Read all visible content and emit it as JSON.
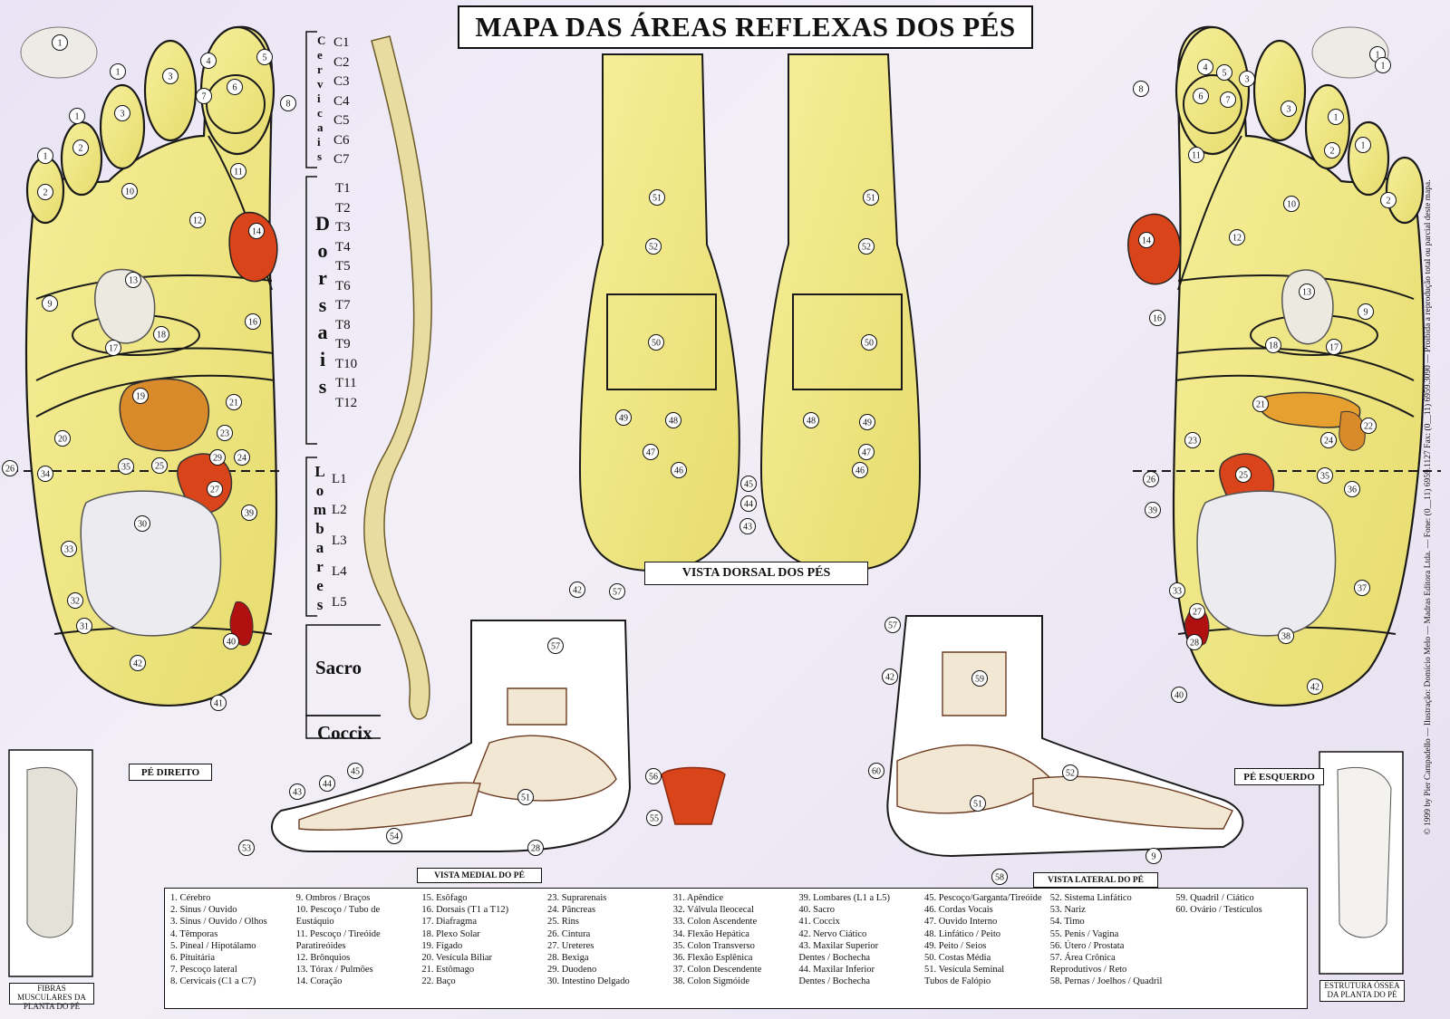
{
  "title": "MAPA DAS ÁREAS REFLEXAS DOS PÉS",
  "labels": {
    "dorsal_view": "VISTA DORSAL DOS PÉS",
    "right_foot": "PÉ DIREITO",
    "left_foot": "PÉ ESQUERDO",
    "medial_view": "VISTA MEDIAL DO PÉ",
    "lateral_view": "VISTA LATERAL DO PÉ",
    "muscle_fibers": "FIBRAS MUSCULARES DA PLANTA DO PÉ",
    "bone_structure": "ESTRUTURA ÓSSEA DA PLANTA DO PÉ"
  },
  "spine": {
    "cervical_word": [
      "C",
      "e",
      "r",
      "v",
      "i",
      "c",
      "a",
      "i",
      "s"
    ],
    "cervical": [
      "C1",
      "C2",
      "C3",
      "C4",
      "C5",
      "C6",
      "C7"
    ],
    "dorsal_word": [
      "D",
      "o",
      "r",
      "s",
      "a",
      "i",
      "s"
    ],
    "dorsal": [
      "T1",
      "T2",
      "T3",
      "T4",
      "T5",
      "T6",
      "T7",
      "T8",
      "T9",
      "T10",
      "T11",
      "T12"
    ],
    "lumbar_word": [
      "L",
      "o",
      "m",
      "b",
      "a",
      "r",
      "e",
      "s"
    ],
    "lumbar": [
      "L1",
      "L2",
      "L3",
      "L4",
      "L5"
    ],
    "sacrum": "Sacro",
    "coccyx": "Coccix"
  },
  "legend": [
    [
      "1. Cérebro",
      "2. Sinus / Ouvido",
      "3. Sinus / Ouvido / Olhos",
      "4. Têmporas",
      "5. Pineal / Hipotálamo",
      "6. Pituitária",
      "7. Pescoço lateral",
      "8. Cervicais (C1 a C7)"
    ],
    [
      "9. Ombros / Braços",
      "10. Pescoço / Tubo de",
      "Eustáquio",
      "11. Pescoço / Tireóide",
      "Paratireóides",
      "12. Brônquios",
      "13. Tórax / Pulmões",
      "14. Coração"
    ],
    [
      "15. Esôfago",
      "16. Dorsais (T1 a T12)",
      "17. Diafragma",
      "18. Plexo Solar",
      "19. Fígado",
      "20. Vesícula Biliar",
      "21. Estômago",
      "22. Baço"
    ],
    [
      "23. Suprarenais",
      "24. Pâncreas",
      "25. Rins",
      "26. Cintura",
      "27. Ureteres",
      "28. Bexiga",
      "29. Duodeno",
      "30. Intestino Delgado"
    ],
    [
      "31. Apêndice",
      "32. Válvula Ileocecal",
      "33. Colon Ascendente",
      "34. Flexão Hepática",
      "35. Colon Transverso",
      "36. Flexão Esplênica",
      "37. Colon Descendente",
      "38. Colon Sigmóide"
    ],
    [
      "39. Lombares (L1 a L5)",
      "40. Sacro",
      "41. Coccix",
      "42. Nervo Ciático",
      "43. Maxilar Superior",
      "Dentes / Bochecha",
      "44. Maxilar Inferior",
      "Dentes / Bochecha"
    ],
    [
      "45. Pescoço/Garganta/Tireóide",
      "46. Cordas Vocais",
      "47. Ouvido Interno",
      "48. Linfático / Peito",
      "49. Peito / Seios",
      "50. Costas Média",
      "51. Vesícula Seminal",
      "Tubos de Falópio"
    ],
    [
      "52. Sistema Linfático",
      "53. Nariz",
      "54. Timo",
      "55. Penis / Vagina",
      "56. Útero / Prostata",
      "57. Área Crônica",
      "Reprodutivos / Reto",
      "58. Pernas / Joelhos / Quadril"
    ],
    [
      "59. Quadril / Ciático",
      "60. Ovário / Testículos"
    ]
  ],
  "copyright": "© 1999 by Pier Campadello — Ilustração: Domício Melo — Madras Editora Ltda. — Fone: (0__11) 6959.1127 Fax: (0__11) 6959.3090 — Proibida a reprodução total ou parcial deste mapa.",
  "right_foot_numbers": [
    "1",
    "1",
    "1",
    "1",
    "2",
    "2",
    "3",
    "3",
    "4",
    "5",
    "6",
    "7",
    "8",
    "9",
    "10",
    "11",
    "12",
    "13",
    "14",
    "16",
    "17",
    "18",
    "19",
    "20",
    "21",
    "23",
    "24",
    "25",
    "26",
    "27",
    "29",
    "30",
    "31",
    "32",
    "33",
    "34",
    "35",
    "39",
    "40",
    "41",
    "42"
  ],
  "left_foot_numbers": [
    "1",
    "1",
    "1",
    "1",
    "2",
    "2",
    "3",
    "3",
    "4",
    "5",
    "6",
    "7",
    "8",
    "9",
    "10",
    "11",
    "12",
    "13",
    "14",
    "16",
    "17",
    "18",
    "21",
    "22",
    "23",
    "24",
    "25",
    "26",
    "27",
    "28",
    "33",
    "35",
    "36",
    "37",
    "38",
    "39",
    "40",
    "42"
  ],
  "dorsal_numbers": [
    "51",
    "52",
    "50",
    "49",
    "48",
    "47",
    "46",
    "45",
    "44",
    "43",
    "51",
    "52",
    "50",
    "49",
    "48",
    "47",
    "46"
  ],
  "medial_numbers": [
    "42",
    "57",
    "57",
    "43",
    "44",
    "45",
    "53",
    "54",
    "51",
    "56",
    "55",
    "28"
  ],
  "lateral_numbers": [
    "57",
    "42",
    "59",
    "52",
    "60",
    "51",
    "9",
    "58"
  ],
  "colors": {
    "foot_fill": "#f2ea8a",
    "foot_stroke": "#1a1a1a",
    "organ_red": "#d9441a",
    "organ_orange": "#d98a2a",
    "bone": "#e8dca0",
    "background": "#ece7f5"
  }
}
